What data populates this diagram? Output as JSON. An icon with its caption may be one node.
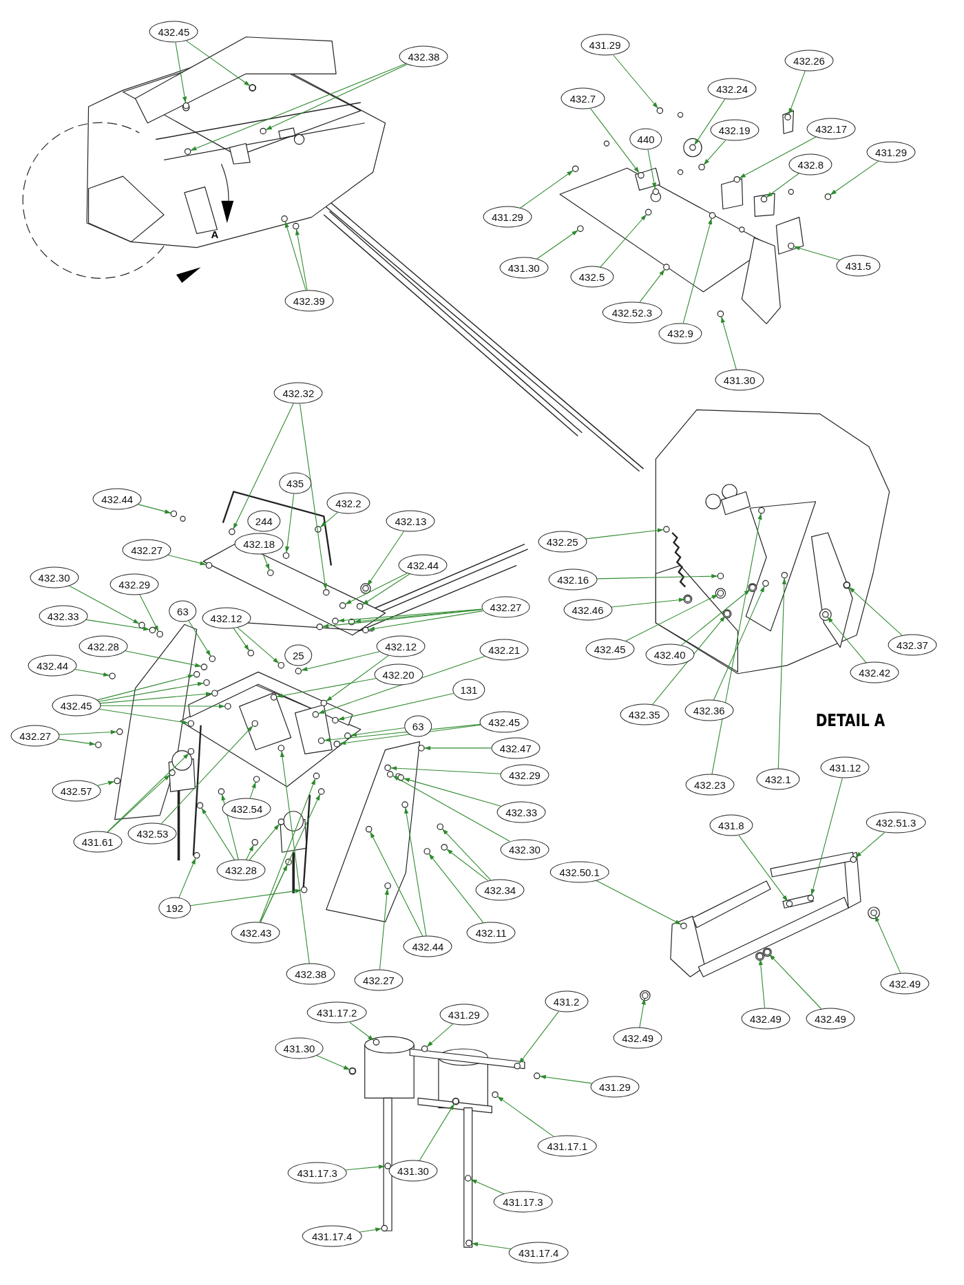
{
  "diagram": {
    "nodes": [
      {
        "text": [
          "432.45"
        ]
      },
      {
        "text": [
          "432.38"
        ]
      },
      {
        "text": [
          "432.39"
        ]
      },
      {
        "text": [
          "431.29"
        ]
      },
      {
        "text": [
          "432.26"
        ]
      },
      {
        "text": [
          "432.7"
        ]
      },
      {
        "text": [
          "432.24"
        ]
      },
      {
        "text": [
          "440"
        ]
      },
      {
        "text": [
          "432.19"
        ]
      },
      {
        "text": [
          "432.17"
        ]
      },
      {
        "text": [
          "432.8"
        ]
      },
      {
        "text": [
          "431.29"
        ]
      },
      {
        "text": [
          "431.29"
        ]
      },
      {
        "text": [
          "431.30"
        ]
      },
      {
        "text": [
          "432.5"
        ]
      },
      {
        "text": [
          "431.5"
        ]
      },
      {
        "text": [
          "432.52.3"
        ]
      },
      {
        "text": [
          "432.9"
        ]
      },
      {
        "text": [
          "431.30"
        ]
      },
      {
        "text": [
          "432.32"
        ]
      },
      {
        "text": [
          "435"
        ]
      },
      {
        "text": [
          "432.44"
        ]
      },
      {
        "text": [
          "432.2"
        ]
      },
      {
        "text": [
          "432.13"
        ]
      },
      {
        "text": [
          "244"
        ]
      },
      {
        "text": [
          "432.18"
        ]
      },
      {
        "text": [
          "432.27"
        ]
      },
      {
        "text": [
          "432.44"
        ]
      },
      {
        "text": [
          "432.30"
        ]
      },
      {
        "text": [
          "432.29"
        ]
      },
      {
        "text": [
          "63"
        ]
      },
      {
        "text": [
          "432.27"
        ]
      },
      {
        "text": [
          "432.33"
        ]
      },
      {
        "text": [
          "432.12"
        ]
      },
      {
        "text": [
          "432.12"
        ]
      },
      {
        "text": [
          "432.28"
        ]
      },
      {
        "text": [
          "25"
        ]
      },
      {
        "text": [
          "432.21"
        ]
      },
      {
        "text": [
          "432.44"
        ]
      },
      {
        "text": [
          "432.20"
        ]
      },
      {
        "text": [
          "131"
        ]
      },
      {
        "text": [
          "432.45"
        ]
      },
      {
        "text": [
          "432.45"
        ]
      },
      {
        "text": [
          "63"
        ]
      },
      {
        "text": [
          "432.27"
        ]
      },
      {
        "text": [
          "432.47"
        ]
      },
      {
        "text": [
          "432.29"
        ]
      },
      {
        "text": [
          "432.57"
        ]
      },
      {
        "text": [
          "432.54"
        ]
      },
      {
        "text": [
          "432.33"
        ]
      },
      {
        "text": [
          "431.61"
        ]
      },
      {
        "text": [
          "432.53"
        ]
      },
      {
        "text": [
          "432.30"
        ]
      },
      {
        "text": [
          "432.28"
        ]
      },
      {
        "text": [
          "432.34"
        ]
      },
      {
        "text": [
          "192"
        ]
      },
      {
        "text": [
          "432.43"
        ]
      },
      {
        "text": [
          "432.11"
        ]
      },
      {
        "text": [
          "432.44"
        ]
      },
      {
        "text": [
          "432.38"
        ]
      },
      {
        "text": [
          "432.27"
        ]
      },
      {
        "text": [
          "432.25"
        ]
      },
      {
        "text": [
          "432.16"
        ]
      },
      {
        "text": [
          "432.46"
        ]
      },
      {
        "text": [
          "432.45"
        ]
      },
      {
        "text": [
          "432.40"
        ]
      },
      {
        "text": [
          "432.37"
        ]
      },
      {
        "text": [
          "432.42"
        ]
      },
      {
        "text": [
          "432.35"
        ]
      },
      {
        "text": [
          "432.36"
        ]
      },
      {
        "text": [
          "432.23"
        ]
      },
      {
        "text": [
          "432.1"
        ]
      },
      {
        "text": [
          "431.12"
        ]
      },
      {
        "text": [
          "431.8"
        ]
      },
      {
        "text": [
          "432.51.3"
        ]
      },
      {
        "text": [
          "432.50.1"
        ]
      },
      {
        "text": [
          "432.49"
        ]
      },
      {
        "text": [
          "432.49"
        ]
      },
      {
        "text": [
          "432.49"
        ]
      },
      {
        "text": [
          "432.49"
        ]
      },
      {
        "text": [
          "431.17.2"
        ]
      },
      {
        "text": [
          "431.29"
        ]
      },
      {
        "text": [
          "431.2"
        ]
      },
      {
        "text": [
          "431.30"
        ]
      },
      {
        "text": [
          "431.29"
        ]
      },
      {
        "text": [
          "431.17.1"
        ]
      },
      {
        "text": [
          "431.30"
        ]
      },
      {
        "text": [
          "431.17.3"
        ]
      },
      {
        "text": [
          "431.17.3"
        ]
      },
      {
        "text": [
          "431.17.4"
        ]
      },
      {
        "text": [
          "431.17.4"
        ]
      },
      {
        "text": [],
        "shape": "circle"
      },
      {
        "text": [],
        "shape": "circle"
      },
      {
        "text": [],
        "shape": "circle"
      },
      {
        "text": [],
        "shape": "circle"
      },
      {
        "text": [],
        "shape": "circle"
      },
      {
        "text": [],
        "shape": "circle"
      },
      {
        "text": [],
        "shape": "circle"
      },
      {
        "text": [],
        "shape": "circle"
      },
      {
        "text": [],
        "shape": "circle"
      },
      {
        "text": [],
        "shape": "circle"
      },
      {
        "text": [],
        "shape": "circle"
      },
      {
        "text": [],
        "shape": "circle"
      },
      {
        "text": [],
        "shape": "circle"
      },
      {
        "text": [],
        "shape": "circle"
      },
      {
        "text": [],
        "shape": "circle"
      },
      {
        "text": [],
        "shape": "circle"
      },
      {
        "text": [],
        "shape": "circle"
      },
      {
        "text": [],
        "shape": "circle"
      },
      {
        "text": [],
        "shape": "circle"
      },
      {
        "text": [],
        "shape": "circle"
      },
      {
        "text": [],
        "shape": "circle"
      },
      {
        "text": [],
        "shape": "circle"
      },
      {
        "text": [],
        "shape": "circle"
      },
      {
        "text": [],
        "shape": "circle"
      },
      {
        "text": [],
        "shape": "circle"
      },
      {
        "text": [],
        "shape": "circle"
      },
      {
        "text": [],
        "shape": "circle"
      },
      {
        "text": [],
        "shape": "circle"
      },
      {
        "text": [],
        "shape": "circle"
      },
      {
        "text": [],
        "shape": "circle"
      },
      {
        "text": [],
        "shape": "circle"
      },
      {
        "text": [],
        "shape": "circle"
      },
      {
        "text": [],
        "shape": "circle"
      },
      {
        "text": [],
        "shape": "circle"
      },
      {
        "text": [],
        "shape": "circle"
      },
      {
        "text": [],
        "shape": "circle"
      },
      {
        "text": [],
        "shape": "circle"
      },
      {
        "text": [],
        "shape": "circle"
      },
      {
        "text": [],
        "shape": "circle"
      },
      {
        "text": [],
        "shape": "circle"
      },
      {
        "text": [],
        "shape": "circle"
      },
      {
        "text": [],
        "shape": "circle"
      },
      {
        "text": [],
        "shape": "circle"
      },
      {
        "text": [],
        "shape": "circle"
      },
      {
        "text": [],
        "shape": "circle"
      },
      {
        "text": [],
        "shape": "circle"
      },
      {
        "text": [],
        "shape": "circle"
      },
      {
        "text": [],
        "shape": "circle"
      },
      {
        "text": [],
        "shape": "circle"
      },
      {
        "text": [],
        "shape": "circle"
      },
      {
        "text": [],
        "shape": "circle"
      },
      {
        "text": [],
        "shape": "circle"
      },
      {
        "text": [],
        "shape": "circle"
      },
      {
        "text": [],
        "shape": "circle"
      },
      {
        "text": [],
        "shape": "circle"
      },
      {
        "text": [],
        "shape": "circle"
      },
      {
        "text": [],
        "shape": "circle"
      },
      {
        "text": [],
        "shape": "circle"
      },
      {
        "text": [],
        "shape": "circle"
      },
      {
        "text": [],
        "shape": "circle"
      },
      {
        "text": [],
        "shape": "circle"
      },
      {
        "text": [],
        "shape": "circle"
      },
      {
        "text": [],
        "shape": "circle"
      },
      {
        "text": [],
        "shape": "circle"
      },
      {
        "text": [],
        "shape": "circle"
      },
      {
        "text": [],
        "shape": "circle"
      },
      {
        "text": [],
        "shape": "circle"
      },
      {
        "text": [],
        "shape": "circle"
      },
      {
        "text": [],
        "shape": "circle"
      },
      {
        "text": [],
        "shape": "circle"
      },
      {
        "text": [],
        "shape": "circle"
      },
      {
        "text": [],
        "shape": "circle"
      },
      {
        "text": [],
        "shape": "circle"
      },
      {
        "text": [],
        "shape": "circle"
      },
      {
        "text": [],
        "shape": "circle"
      },
      {
        "text": [],
        "shape": "circle"
      },
      {
        "text": [],
        "shape": "circle"
      },
      {
        "text": [],
        "shape": "circle"
      },
      {
        "text": [],
        "shape": "circle"
      },
      {
        "text": [],
        "shape": "circle"
      },
      {
        "text": [],
        "shape": "circle"
      },
      {
        "text": [],
        "shape": "circle"
      },
      {
        "text": [],
        "shape": "circle"
      },
      {
        "text": [],
        "shape": "circle"
      },
      {
        "text": [],
        "shape": "circle"
      },
      {
        "text": [],
        "shape": "circle"
      },
      {
        "text": [],
        "shape": "circle"
      },
      {
        "text": [],
        "shape": "circle"
      },
      {
        "text": [],
        "shape": "circle"
      },
      {
        "text": [],
        "shape": "circle"
      },
      {
        "text": [],
        "shape": "circle"
      },
      {
        "text": [],
        "shape": "circle"
      },
      {
        "text": [],
        "shape": "circle"
      },
      {
        "text": [],
        "shape": "circle"
      },
      {
        "text": [],
        "shape": "circle"
      },
      {
        "text": [],
        "shape": "circle"
      },
      {
        "text": [],
        "shape": "circle"
      },
      {
        "text": [],
        "shape": "circle"
      },
      {
        "text": [],
        "shape": "circle"
      },
      {
        "text": [],
        "shape": "circle"
      },
      {
        "text": [],
        "shape": "circle"
      },
      {
        "text": [],
        "shape": "circle"
      },
      {
        "text": [],
        "shape": "circle"
      },
      {
        "text": [],
        "shape": "circle"
      },
      {
        "text": [],
        "shape": "circle"
      },
      {
        "text": [],
        "shape": "circle"
      },
      {
        "text": [],
        "shape": "circle"
      },
      {
        "text": [],
        "shape": "circle"
      },
      {
        "text": [],
        "shape": "circle"
      },
      {
        "text": [],
        "shape": "circle"
      },
      {
        "text": [],
        "shape": "circle"
      },
      {
        "text": [],
        "shape": "circle"
      },
      {
        "text": [],
        "shape": "circle"
      },
      {
        "text": [],
        "shape": "circle"
      }
    ],
    "edges": [
      {
        "from": 0,
        "to": 91,
        "arrow": "to"
      },
      {
        "from": 0,
        "to": 92,
        "arrow": "to"
      },
      {
        "from": 1,
        "to": 93,
        "arrow": "to"
      },
      {
        "from": 1,
        "to": 94,
        "arrow": "to"
      },
      {
        "from": 2,
        "to": 95,
        "arrow": "to"
      },
      {
        "from": 2,
        "to": 96,
        "arrow": "to"
      },
      {
        "from": 3,
        "to": 97,
        "arrow": "to"
      },
      {
        "from": 4,
        "to": 98,
        "arrow": "to"
      },
      {
        "from": 5,
        "to": 99,
        "arrow": "to"
      },
      {
        "from": 6,
        "to": 100,
        "arrow": "to"
      },
      {
        "from": 7,
        "to": 101,
        "arrow": "to"
      },
      {
        "from": 8,
        "to": 102,
        "arrow": "to"
      },
      {
        "from": 9,
        "to": 103,
        "arrow": "to"
      },
      {
        "from": 10,
        "to": 104,
        "arrow": "to"
      },
      {
        "from": 11,
        "to": 105,
        "arrow": "to"
      },
      {
        "from": 12,
        "to": 106,
        "arrow": "to"
      },
      {
        "from": 13,
        "to": 107,
        "arrow": "to"
      },
      {
        "from": 14,
        "to": 108,
        "arrow": "to"
      },
      {
        "from": 15,
        "to": 109,
        "arrow": "to"
      },
      {
        "from": 16,
        "to": 110,
        "arrow": "to"
      },
      {
        "from": 17,
        "to": 111,
        "arrow": "to"
      },
      {
        "from": 18,
        "to": 112,
        "arrow": "to"
      },
      {
        "from": 19,
        "to": 113,
        "arrow": "to"
      },
      {
        "from": 19,
        "to": 114,
        "arrow": "to"
      },
      {
        "from": 20,
        "to": 115,
        "arrow": "to"
      },
      {
        "from": 21,
        "to": 116,
        "arrow": "to"
      },
      {
        "from": 22,
        "to": 117,
        "arrow": "to"
      },
      {
        "from": 23,
        "to": 118,
        "arrow": "to"
      },
      {
        "from": 25,
        "to": 119,
        "arrow": "to"
      },
      {
        "from": 26,
        "to": 120,
        "arrow": "to"
      },
      {
        "from": 27,
        "to": 121,
        "arrow": "to"
      },
      {
        "from": 27,
        "to": 122,
        "arrow": "to"
      },
      {
        "from": 28,
        "to": 123,
        "arrow": "to"
      },
      {
        "from": 29,
        "to": 124,
        "arrow": "to"
      },
      {
        "from": 30,
        "to": 125,
        "arrow": "to"
      },
      {
        "from": 31,
        "to": 126,
        "arrow": "to"
      },
      {
        "from": 31,
        "to": 127,
        "arrow": "to"
      },
      {
        "from": 31,
        "to": 128,
        "arrow": "to"
      },
      {
        "from": 31,
        "to": 129,
        "arrow": "to"
      },
      {
        "from": 32,
        "to": 130,
        "arrow": "to"
      },
      {
        "from": 33,
        "to": 131,
        "arrow": "to"
      },
      {
        "from": 33,
        "to": 132,
        "arrow": "to"
      },
      {
        "from": 34,
        "to": 133,
        "arrow": "to"
      },
      {
        "from": 34,
        "to": 134,
        "arrow": "to"
      },
      {
        "from": 35,
        "to": 135,
        "arrow": "to"
      },
      {
        "from": 37,
        "to": 136,
        "arrow": "to"
      },
      {
        "from": 38,
        "to": 137,
        "arrow": "to"
      },
      {
        "from": 39,
        "to": 138,
        "arrow": "to"
      },
      {
        "from": 40,
        "to": 139,
        "arrow": "to"
      },
      {
        "from": 41,
        "to": 140,
        "arrow": "to"
      },
      {
        "from": 41,
        "to": 141,
        "arrow": "to"
      },
      {
        "from": 41,
        "to": 142,
        "arrow": "to"
      },
      {
        "from": 41,
        "to": 143,
        "arrow": "to"
      },
      {
        "from": 41,
        "to": 144,
        "arrow": "to"
      },
      {
        "from": 42,
        "to": 145,
        "arrow": "to"
      },
      {
        "from": 42,
        "to": 146,
        "arrow": "to"
      },
      {
        "from": 43,
        "to": 147,
        "arrow": "to"
      },
      {
        "from": 44,
        "to": 148,
        "arrow": "to"
      },
      {
        "from": 44,
        "to": 149,
        "arrow": "to"
      },
      {
        "from": 45,
        "to": 150,
        "arrow": "to"
      },
      {
        "from": 46,
        "to": 151,
        "arrow": "to"
      },
      {
        "from": 47,
        "to": 152,
        "arrow": "to"
      },
      {
        "from": 48,
        "to": 153,
        "arrow": "to"
      },
      {
        "from": 49,
        "to": 154,
        "arrow": "to"
      },
      {
        "from": 50,
        "to": 155,
        "arrow": "to"
      },
      {
        "from": 50,
        "to": 156,
        "arrow": "to"
      },
      {
        "from": 51,
        "to": 157,
        "arrow": "to"
      },
      {
        "from": 52,
        "to": 158,
        "arrow": "to"
      },
      {
        "from": 53,
        "to": 159,
        "arrow": "to"
      },
      {
        "from": 53,
        "to": 160,
        "arrow": "to"
      },
      {
        "from": 53,
        "to": 161,
        "arrow": "to"
      },
      {
        "from": 53,
        "to": 162,
        "arrow": "to"
      },
      {
        "from": 54,
        "to": 163,
        "arrow": "to"
      },
      {
        "from": 54,
        "to": 164,
        "arrow": "to"
      },
      {
        "from": 55,
        "to": 165,
        "arrow": "to"
      },
      {
        "from": 55,
        "to": 166,
        "arrow": "to"
      },
      {
        "from": 56,
        "to": 167,
        "arrow": "to"
      },
      {
        "from": 56,
        "to": 168,
        "arrow": "to"
      },
      {
        "from": 56,
        "to": 169,
        "arrow": "to"
      },
      {
        "from": 57,
        "to": 170,
        "arrow": "to"
      },
      {
        "from": 58,
        "to": 171,
        "arrow": "to"
      },
      {
        "from": 58,
        "to": 172,
        "arrow": "to"
      },
      {
        "from": 59,
        "to": 173,
        "arrow": "to"
      },
      {
        "from": 60,
        "to": 174,
        "arrow": "to"
      },
      {
        "from": 61,
        "to": 175,
        "arrow": "to"
      },
      {
        "from": 62,
        "to": 176,
        "arrow": "to"
      },
      {
        "from": 63,
        "to": 177,
        "arrow": "to"
      },
      {
        "from": 64,
        "to": 178,
        "arrow": "to"
      },
      {
        "from": 65,
        "to": 179,
        "arrow": "to"
      },
      {
        "from": 66,
        "to": 180,
        "arrow": "to"
      },
      {
        "from": 67,
        "to": 181,
        "arrow": "to"
      },
      {
        "from": 68,
        "to": 182,
        "arrow": "to"
      },
      {
        "from": 69,
        "to": 183,
        "arrow": "to"
      },
      {
        "from": 70,
        "to": 184,
        "arrow": "to"
      },
      {
        "from": 71,
        "to": 185,
        "arrow": "to"
      },
      {
        "from": 72,
        "to": 186,
        "arrow": "to"
      },
      {
        "from": 73,
        "to": 187,
        "arrow": "to"
      },
      {
        "from": 74,
        "to": 188,
        "arrow": "to"
      },
      {
        "from": 75,
        "to": 189,
        "arrow": "to"
      },
      {
        "from": 76,
        "to": 190,
        "arrow": "to"
      },
      {
        "from": 77,
        "to": 191,
        "arrow": "to"
      },
      {
        "from": 78,
        "to": 192,
        "arrow": "to"
      },
      {
        "from": 79,
        "to": 193,
        "arrow": "to"
      },
      {
        "from": 80,
        "to": 194,
        "arrow": "to"
      },
      {
        "from": 81,
        "to": 195,
        "arrow": "to"
      },
      {
        "from": 82,
        "to": 196,
        "arrow": "to"
      },
      {
        "from": 83,
        "to": 197,
        "arrow": "to"
      },
      {
        "from": 84,
        "to": 198,
        "arrow": "to"
      },
      {
        "from": 85,
        "to": 199,
        "arrow": "to"
      },
      {
        "from": 86,
        "to": 200,
        "arrow": "to"
      },
      {
        "from": 87,
        "to": 201,
        "arrow": "to"
      },
      {
        "from": 88,
        "to": 202,
        "arrow": "to"
      },
      {
        "from": 89,
        "to": 203,
        "arrow": "to"
      },
      {
        "from": 90,
        "to": 204,
        "arrow": "to"
      }
    ],
    "labels": [
      "A",
      "DETAIL A"
    ]
  }
}
